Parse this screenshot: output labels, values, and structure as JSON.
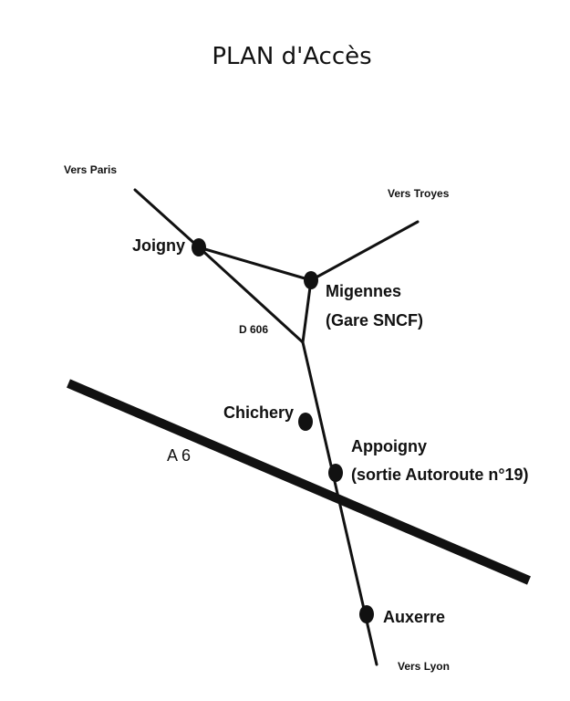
{
  "title": "PLAN d'Accès",
  "directions": {
    "paris": "Vers Paris",
    "troyes": "Vers Troyes",
    "lyon": "Vers Lyon"
  },
  "towns": {
    "joigny": "Joigny",
    "migennes": "Migennes",
    "migennes_sub": "(Gare SNCF)",
    "chichery": "Chichery",
    "appoigny": "Appoigny",
    "appoigny_sub": "(sortie Autoroute n°19)",
    "auxerre": "Auxerre"
  },
  "roads": {
    "d606": "D 606",
    "a6": "A 6"
  }
}
